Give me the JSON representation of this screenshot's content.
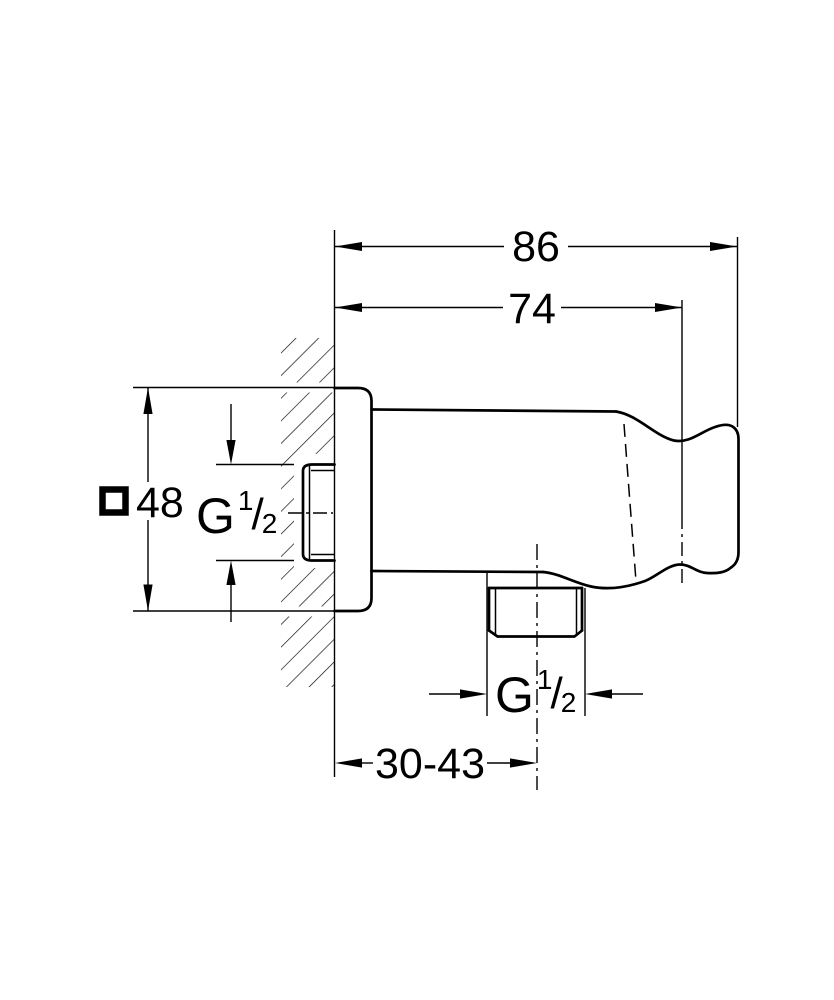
{
  "drawing": {
    "type": "technical-dimension-drawing",
    "subject": "wall-union-with-hand-shower-holder-side-view",
    "colors": {
      "line": "#000000",
      "background": "#ffffff"
    },
    "dimensions": {
      "overall_depth": {
        "value": "86"
      },
      "body_depth": {
        "value": "74"
      },
      "flange_square": {
        "symbol": "square-symbol",
        "value": "48"
      },
      "rear_thread": {
        "prefix": "G",
        "numerator": "1",
        "slash": "/",
        "denominator": "2"
      },
      "outlet_thread": {
        "prefix": "G",
        "numerator": "1",
        "slash": "/",
        "denominator": "2"
      },
      "wall_distance_range": {
        "value": "30-43"
      }
    }
  }
}
